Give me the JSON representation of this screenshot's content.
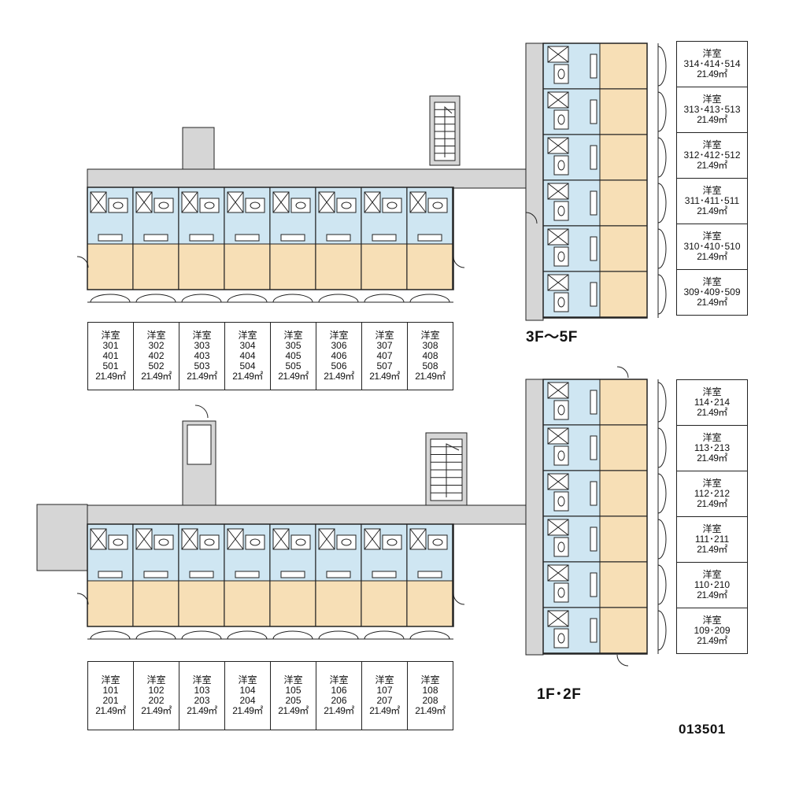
{
  "floors": [
    {
      "id": "upper",
      "label": "3F～5F",
      "bottom_units": [
        {
          "type": "洋室",
          "rooms": [
            "301",
            "401",
            "501"
          ],
          "area": "21.49㎡"
        },
        {
          "type": "洋室",
          "rooms": [
            "302",
            "402",
            "502"
          ],
          "area": "21.49㎡"
        },
        {
          "type": "洋室",
          "rooms": [
            "303",
            "403",
            "503"
          ],
          "area": "21.49㎡"
        },
        {
          "type": "洋室",
          "rooms": [
            "304",
            "404",
            "504"
          ],
          "area": "21.49㎡"
        },
        {
          "type": "洋室",
          "rooms": [
            "305",
            "405",
            "505"
          ],
          "area": "21.49㎡"
        },
        {
          "type": "洋室",
          "rooms": [
            "306",
            "406",
            "506"
          ],
          "area": "21.49㎡"
        },
        {
          "type": "洋室",
          "rooms": [
            "307",
            "407",
            "507"
          ],
          "area": "21.49㎡"
        },
        {
          "type": "洋室",
          "rooms": [
            "308",
            "408",
            "508"
          ],
          "area": "21.49㎡"
        }
      ],
      "side_units": [
        {
          "type": "洋室",
          "rooms": "314･414･514",
          "area": "21.49㎡"
        },
        {
          "type": "洋室",
          "rooms": "313･413･513",
          "area": "21.49㎡"
        },
        {
          "type": "洋室",
          "rooms": "312･412･512",
          "area": "21.49㎡"
        },
        {
          "type": "洋室",
          "rooms": "311･411･511",
          "area": "21.49㎡"
        },
        {
          "type": "洋室",
          "rooms": "310･410･510",
          "area": "21.49㎡"
        },
        {
          "type": "洋室",
          "rooms": "309･409･509",
          "area": "21.49㎡"
        }
      ]
    },
    {
      "id": "lower",
      "label": "1F･2F",
      "bottom_units": [
        {
          "type": "洋室",
          "rooms": [
            "101",
            "201"
          ],
          "area": "21.49㎡"
        },
        {
          "type": "洋室",
          "rooms": [
            "102",
            "202"
          ],
          "area": "21.49㎡"
        },
        {
          "type": "洋室",
          "rooms": [
            "103",
            "203"
          ],
          "area": "21.49㎡"
        },
        {
          "type": "洋室",
          "rooms": [
            "104",
            "204"
          ],
          "area": "21.49㎡"
        },
        {
          "type": "洋室",
          "rooms": [
            "105",
            "205"
          ],
          "area": "21.49㎡"
        },
        {
          "type": "洋室",
          "rooms": [
            "106",
            "206"
          ],
          "area": "21.49㎡"
        },
        {
          "type": "洋室",
          "rooms": [
            "107",
            "207"
          ],
          "area": "21.49㎡"
        },
        {
          "type": "洋室",
          "rooms": [
            "108",
            "208"
          ],
          "area": "21.49㎡"
        }
      ],
      "side_units": [
        {
          "type": "洋室",
          "rooms": "114･214",
          "area": "21.49㎡"
        },
        {
          "type": "洋室",
          "rooms": "113･213",
          "area": "21.49㎡"
        },
        {
          "type": "洋室",
          "rooms": "112･212",
          "area": "21.49㎡"
        },
        {
          "type": "洋室",
          "rooms": "111･211",
          "area": "21.49㎡"
        },
        {
          "type": "洋室",
          "rooms": "110･210",
          "area": "21.49㎡"
        },
        {
          "type": "洋室",
          "rooms": "109･209",
          "area": "21.49㎡"
        }
      ]
    }
  ],
  "property_code": "013501",
  "colors": {
    "corridor": "#d6d6d6",
    "wet_area": "#cfe6f2",
    "room": "#f7dfb6",
    "wall": "#222222"
  }
}
